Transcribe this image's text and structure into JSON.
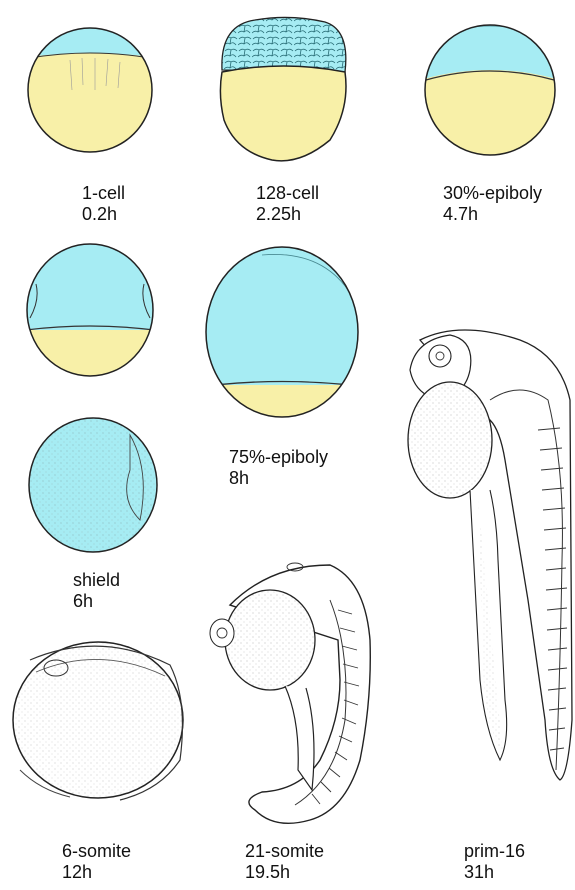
{
  "colors": {
    "blastoderm": "#a6ecf3",
    "yolk": "#f8f0a8",
    "outline": "#222222",
    "stipple": "#555555"
  },
  "stages": [
    {
      "name": "1-cell",
      "time": "0.2h"
    },
    {
      "name": "128-cell",
      "time": "2.25h"
    },
    {
      "name": "30%-epiboly",
      "time": "4.7h"
    },
    {
      "name": "75%-epiboly",
      "time": "8h"
    },
    {
      "name": "shield",
      "time": "6h"
    },
    {
      "name": "6-somite",
      "time": "12h"
    },
    {
      "name": "21-somite",
      "time": "19.5h"
    },
    {
      "name": "prim-16",
      "time": "31h"
    }
  ]
}
